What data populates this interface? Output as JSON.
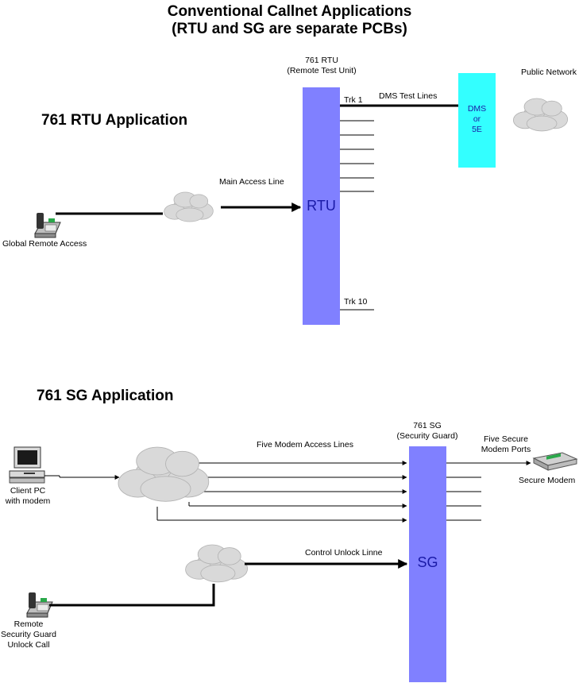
{
  "title": {
    "line1": "Conventional Callnet Applications",
    "line2": "(RTU and SG are separate PCBs)"
  },
  "rtu_section": {
    "heading": "761 RTU Application",
    "unit_name": "761 RTU",
    "unit_desc": "(Remote Test Unit)",
    "unit_label": "RTU",
    "trunk_first": "Trk 1",
    "trunk_last": "Trk 10",
    "dms_test_lines": "DMS Test Lines",
    "switch_line1": "DMS",
    "switch_line2": "or",
    "switch_line3": "5E",
    "public_network": "Public Network",
    "main_access_line": "Main Access Line",
    "global_remote_access": "Global Remote Access"
  },
  "sg_section": {
    "heading": "761 SG Application",
    "unit_name": "761 SG",
    "unit_desc": "(Security Guard)",
    "unit_label": "SG",
    "five_modem_access_lines": "Five Modem Access Lines",
    "five_secure_line1": "Five Secure",
    "five_secure_line2": "Modem Ports",
    "secure_modem": "Secure Modem",
    "client_pc_line1": "Client PC",
    "client_pc_line2": "with modem",
    "control_unlock_line": "Control Unlock Linne",
    "remote_line1": "Remote",
    "remote_line2": "Security Guard",
    "remote_line3": "Unlock Call"
  },
  "colors": {
    "unit_fill": "#8080ff",
    "unit_text": "#1a1aa6",
    "switch_fill": "#33ffff",
    "switch_text": "#1a1aa6",
    "cloud_fill": "#d9d9d9"
  },
  "icons": [
    "telephone-icon",
    "cloud-icon",
    "computer-icon",
    "modem-icon"
  ]
}
